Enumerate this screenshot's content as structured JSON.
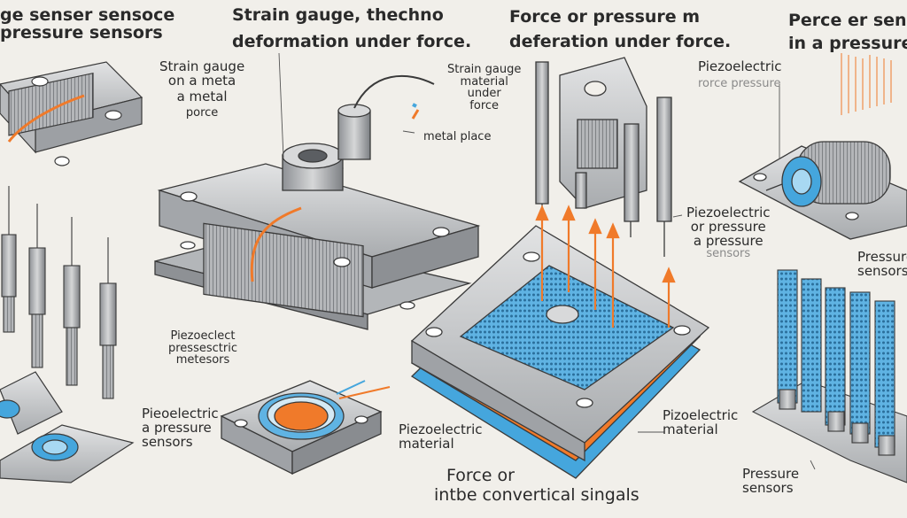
{
  "headings": {
    "top_left": [
      "ge senser sensoce",
      "pressure sensors"
    ],
    "top_center_left": [
      "Strain gauge, thechno",
      "deformation under force."
    ],
    "top_center_right": [
      "Force or pressure m",
      "deferation under force."
    ],
    "top_right": [
      "Perce er sens",
      "in a pressure s"
    ]
  },
  "labels": {
    "strain_gauge_left": [
      "Strain gauge",
      "on a meta",
      "a metal",
      "porce"
    ],
    "strain_gauge_mid": [
      "Strain gauge",
      "material",
      "under",
      "force"
    ],
    "metal_place": "metal place",
    "piezoelectric_top_right": [
      "Piezoelectric",
      "rorce pressure"
    ],
    "piezoelectric_mid_right": [
      "Piezoelectric",
      "or pressure",
      "a pressure",
      "sensors"
    ],
    "pressure_sensors_right": [
      "Pressure",
      "sensors"
    ],
    "piezo_left": [
      "Piezoeclect",
      "pressesctric",
      "metesors"
    ],
    "piezo_bottom_left": [
      "Pieoelectric",
      "a pressure",
      "sensors"
    ],
    "piezo_material_center": [
      "Piezoelectric",
      "material"
    ],
    "piezo_material_right": [
      "Pizoelectric",
      "material"
    ],
    "force_bottom": [
      "Force   or",
      "intbe convertical singals"
    ],
    "pressure_sensors_bottom": [
      "Pressure",
      "sensors"
    ]
  },
  "colors": {
    "background": "#f1efea",
    "metal": "#c9cbcd",
    "accent_orange": "#f07a2a",
    "accent_blue": "#45a6dd",
    "line": "#3a3a3a"
  }
}
